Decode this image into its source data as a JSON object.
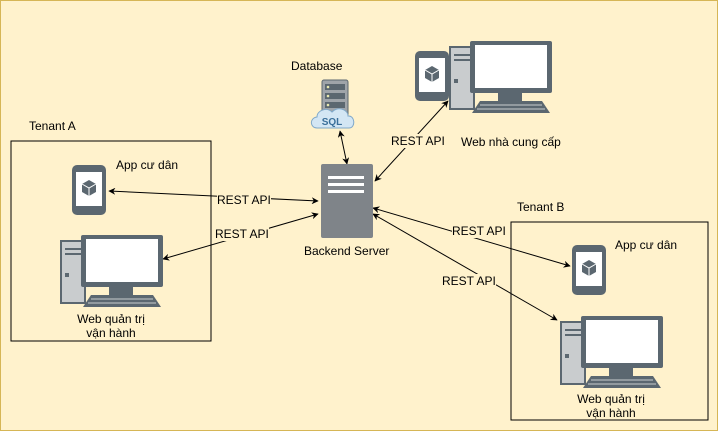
{
  "tenant_a": {
    "title": "Tenant A",
    "app_label": "App cư dân",
    "web_label_line1": "Web quản trị",
    "web_label_line2": "vận hành"
  },
  "tenant_b": {
    "title": "Tenant B",
    "app_label": "App cư dân",
    "web_label_line1": "Web quản trị",
    "web_label_line2": "vận hành"
  },
  "database": {
    "label": "Database",
    "badge": "SQL"
  },
  "backend": {
    "label": "Backend Server"
  },
  "supplier": {
    "label": "Web nhà cung cấp"
  },
  "edges": {
    "a_app": "REST API",
    "a_web": "REST API",
    "b_app": "REST API",
    "b_web": "REST API",
    "supplier": "REST API"
  },
  "colors": {
    "background": "#fff2cc",
    "device_dark": "#5b6770",
    "device_gray": "#c9ccce",
    "server": "#7f8489",
    "db": "#9fa4a9",
    "sql_cloud": "#d3e6f4"
  }
}
